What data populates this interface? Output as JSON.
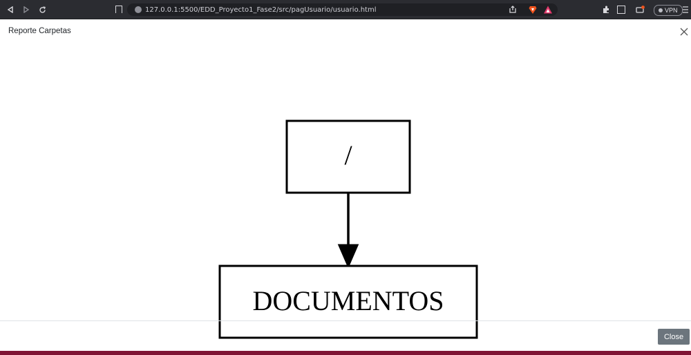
{
  "browser": {
    "url": "127.0.0.1:5500/EDD_Proyecto1_Fase2/src/pagUsuario/usuario.html",
    "vpn_label": "VPN",
    "icons": [
      "back-icon",
      "forward-icon",
      "reload-icon",
      "bookmark-icon",
      "site-info-icon",
      "share-icon",
      "brave-shields-icon",
      "brave-rewards-icon",
      "extensions-icon",
      "sidebar-icon",
      "wallet-icon",
      "menu-icon"
    ]
  },
  "modal": {
    "title": "Reporte Carpetas",
    "close_button_label": "Close"
  },
  "graph": {
    "nodes": [
      {
        "id": "root",
        "label": "/"
      },
      {
        "id": "documentos",
        "label": "DOCUMENTOS"
      }
    ],
    "edges": [
      {
        "from": "root",
        "to": "documentos"
      }
    ]
  },
  "colors": {
    "chrome_bg": "#2b2c31",
    "close_button_bg": "#6c757d",
    "bottom_accent": "#7f1435"
  }
}
